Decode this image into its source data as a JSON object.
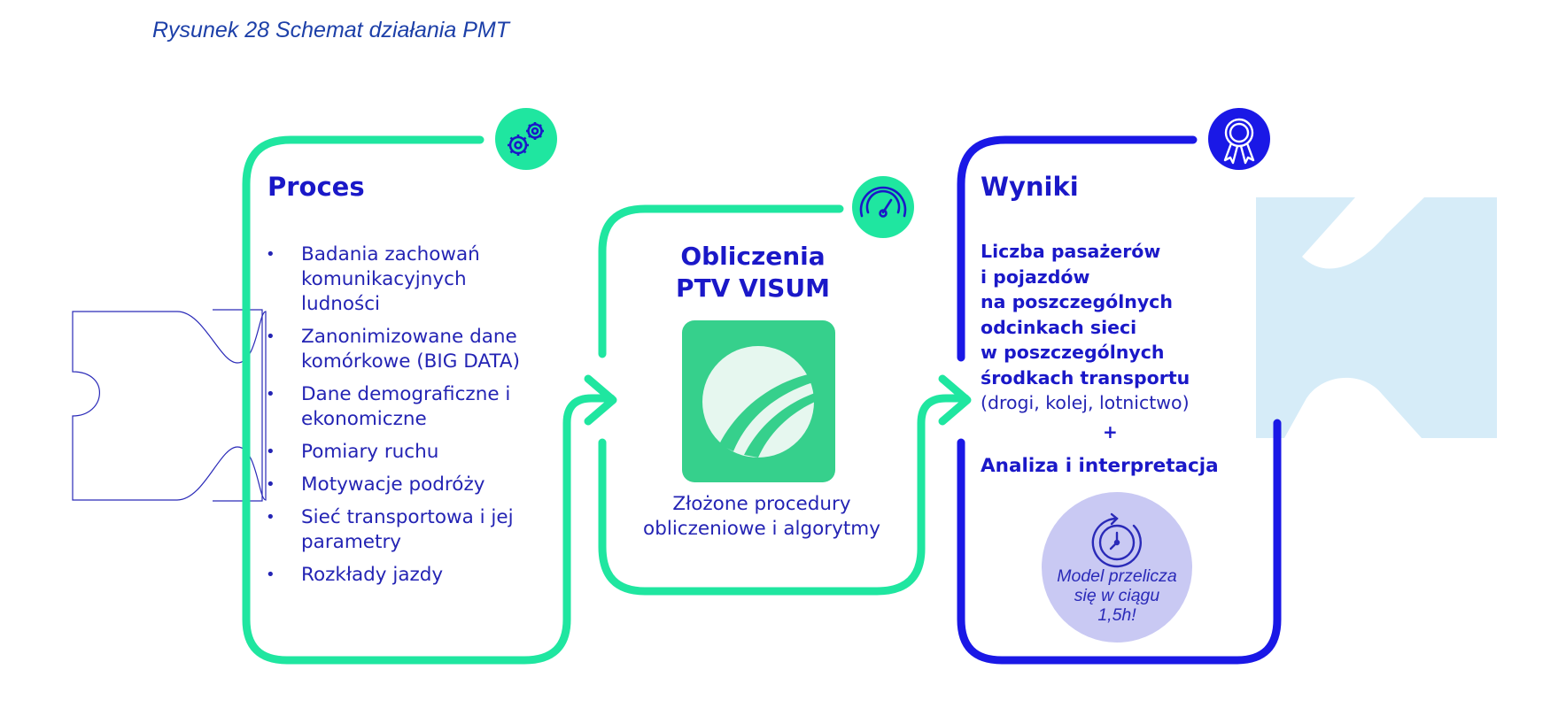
{
  "caption": "Rysunek 28 Schemat działania PMT",
  "colors": {
    "green": "#1fe6a0",
    "blue": "#1a18e6",
    "light_blue": "#d6ecf8",
    "logo_green": "#36d08c",
    "lavender": "#c9c9f3"
  },
  "proces": {
    "icon": "gears-icon",
    "title": "Proces",
    "items": [
      "Badania zachowań komunikacyjnych ludności",
      "Zanonimizowane dane komórkowe (BIG DATA)",
      "Dane demograficzne i ekonomiczne",
      "Pomiary ruchu",
      "Motywacje podróży",
      "Sieć transportowa i jej parametry",
      "Rozkłady jazdy"
    ]
  },
  "obliczenia": {
    "icon": "gauge-icon",
    "title_line1": "Obliczenia",
    "title_line2": "PTV VISUM",
    "logo_icon": "ptv-visum-logo",
    "description_line1": "Złożone procedury",
    "description_line2": "obliczeniowe i algorytmy"
  },
  "wyniki": {
    "icon": "award-ribbon-icon",
    "title": "Wyniki",
    "bold_lines": [
      "Liczba pasażerów",
      "i pojazdów",
      "na poszczególnych",
      "odcinkach sieci",
      "w poszczególnych",
      "środkach transportu"
    ],
    "plain_line": "(drogi, kolej, lotnictwo)",
    "plus": "+",
    "analysis": "Analiza i interpretacja",
    "clock_icon": "clock-icon",
    "clock_lines": [
      "Model przelicza",
      "się w ciągu",
      "1,5h!"
    ]
  }
}
